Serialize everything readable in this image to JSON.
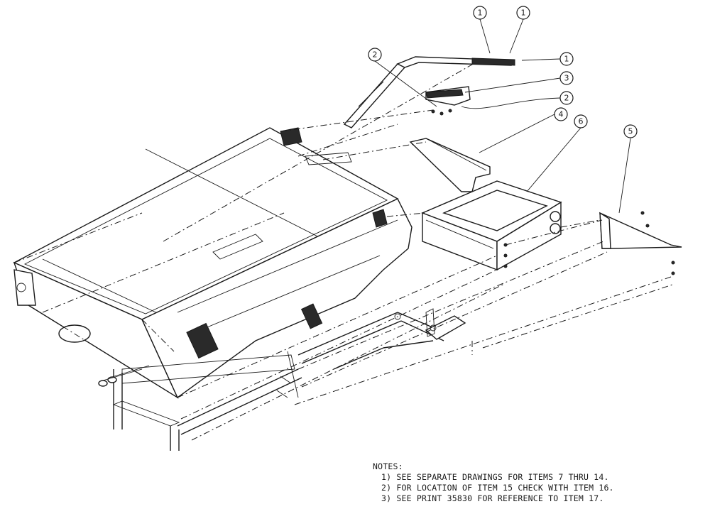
{
  "callouts": [
    {
      "label": "1"
    },
    {
      "label": "1"
    },
    {
      "label": "1"
    },
    {
      "label": "2"
    },
    {
      "label": "2"
    },
    {
      "label": "3"
    },
    {
      "label": "4"
    },
    {
      "label": "5"
    },
    {
      "label": "6"
    }
  ],
  "notes": {
    "heading": "NOTES:",
    "items": [
      "1) SEE SEPARATE DRAWINGS FOR ITEMS 7 THRU 14.",
      "2) FOR LOCATION OF ITEM 15 CHECK WITH ITEM 16.",
      "3) SEE PRINT 35830 FOR REFERENCE TO ITEM 17."
    ]
  },
  "colors": {
    "ink": "#1a1a1a",
    "paper": "#ffffff"
  }
}
